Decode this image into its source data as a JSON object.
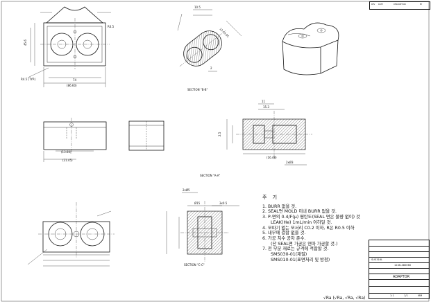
{
  "section_labels": {
    "b_b": "SECTION \"B-B\"",
    "a_a": "SECTION \"A-A\"",
    "c_c": "SECTION \"C-C\""
  },
  "dimensions": {
    "top_view": [
      "74",
      "(86.60)",
      "45.6",
      "R4.5",
      "R4.5 (TYP.)"
    ],
    "bb": [
      "10.5",
      "12+0.05",
      "2"
    ],
    "front": [
      "(21.45)",
      "(13.60)"
    ],
    "aa": [
      "11",
      "15.3",
      "2.5",
      "2xØ3",
      "(16.48)"
    ],
    "cc": [
      "2xØ5",
      "Ø15",
      "3x0.5"
    ]
  },
  "notes": {
    "title": "주 기",
    "items": [
      "1.  BURR 없을 것.",
      "2.  SEAL면 MOLD 이내 BURR 없을 것.",
      "3.  P-면의 0.4/F(μ) 평탄도(SEAL 면은 불량 없이) 것",
      "     LEAK(He) 1mL/min 이하일 것.",
      "4.  모따기 없는 모서리 C0.2 이하, R은 R0.5 이하",
      "5.  내부에 결함 없을 것.",
      "6.  가공 치수 공차 준수.",
      "     (단 SEAL면 가공은 연마 가공할 것.)",
      "7.  전 부분 재료는 규격에 적합할 것.",
      "     SMS030-01(재질)",
      "     SMS010-01(표면처리 및 방청)"
    ]
  },
  "title_block": {
    "part_name": "ADAPTOR",
    "drawing_no": "1246-480060",
    "material": "SUS316L",
    "scale": "1:1",
    "sheet": "1/1",
    "units": "MM"
  },
  "revision_block": {
    "headers": [
      "REV",
      "DATE",
      "DESCRIPTION",
      "BY"
    ]
  },
  "surface_finish": "√Ra (√Ra, √Ra, √Ra)"
}
